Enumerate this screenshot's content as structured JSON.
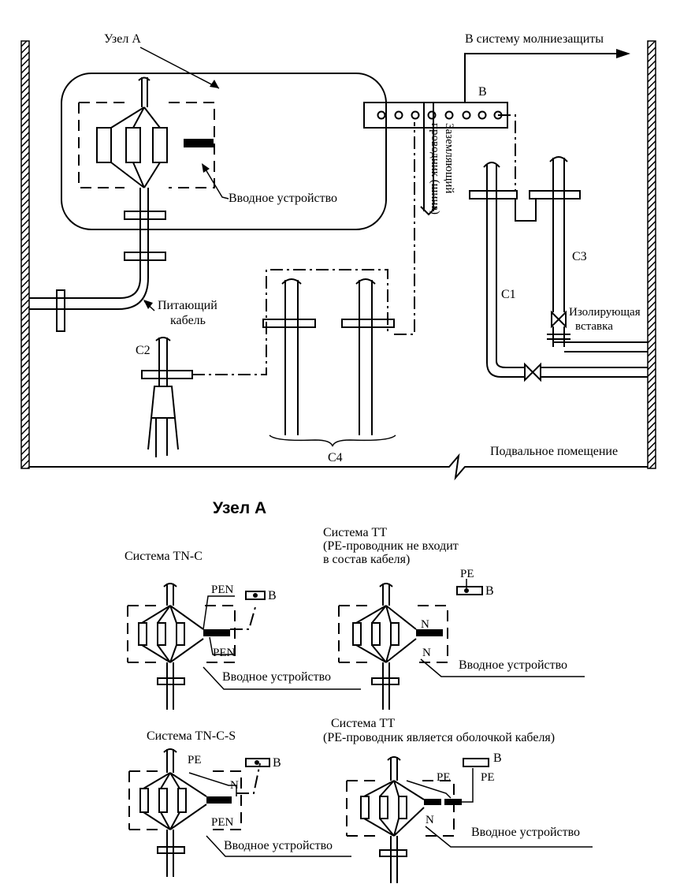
{
  "main": {
    "node_a": "Узел А",
    "lightning": "В систему молниезащиты",
    "busbar": "В",
    "input_device": "Вводное устройство",
    "grounding_line1": "Заземляющий",
    "grounding_line2": "проводник (шина)",
    "supply_line1": "Питающий",
    "supply_line2": "кабель",
    "c1": "С1",
    "c2": "С2",
    "c3": "С3",
    "c4": "С4",
    "insul_line1": "Изолирующая",
    "insul_line2": "вставка",
    "basement": "Подвальное помещение"
  },
  "detail": {
    "title": "Узел А",
    "tnc": {
      "title": "Система TN-C",
      "pen_top": "PEN",
      "pen_bottom": "PEN",
      "b": "В",
      "device": "Вводное устройство"
    },
    "tt1": {
      "title_line1": "Система ТТ",
      "title_line2": "(PE-проводник не входит",
      "title_line3": "в состав кабеля)",
      "pe": "PE",
      "b": "В",
      "n_top": "N",
      "n_bottom": "N",
      "device": "Вводное устройство"
    },
    "tncs": {
      "title": "Система TN-C-S",
      "pe": "PE",
      "n": "N",
      "pen": "PEN",
      "b": "В",
      "device": "Вводное устройство"
    },
    "tt2": {
      "title_line1": "Система ТТ",
      "title_line2": "(PE-проводник является оболочкой кабеля)",
      "pe_left": "PE",
      "pe_right": "PE",
      "b": "В",
      "n": "N",
      "device": "Вводное устройство"
    }
  }
}
